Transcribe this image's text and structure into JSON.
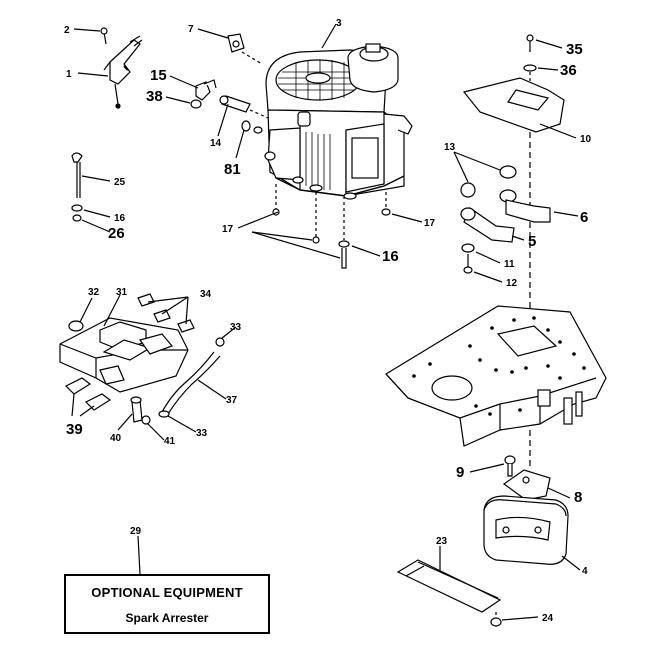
{
  "callouts": {
    "c1": "1",
    "c2": "2",
    "c3": "3",
    "c4": "4",
    "c5": "5",
    "c6": "6",
    "c7": "7",
    "c8": "8",
    "c9": "9",
    "c10": "10",
    "c11": "11",
    "c12": "12",
    "c13": "13",
    "c14": "14",
    "c15": "15",
    "c16a": "16",
    "c16b": "16",
    "c17a": "17",
    "c17b": "17",
    "c23": "23",
    "c24": "24",
    "c25": "25",
    "c26": "26",
    "c29": "29",
    "c31": "31",
    "c32": "32",
    "c33a": "33",
    "c33b": "33",
    "c34": "34",
    "c35": "35",
    "c36": "36",
    "c37": "37",
    "c38": "38",
    "c39": "39",
    "c40": "40",
    "c41": "41",
    "c81": "81"
  },
  "optional_box": {
    "title": "OPTIONAL EQUIPMENT",
    "subtitle": "Spark Arrester"
  }
}
